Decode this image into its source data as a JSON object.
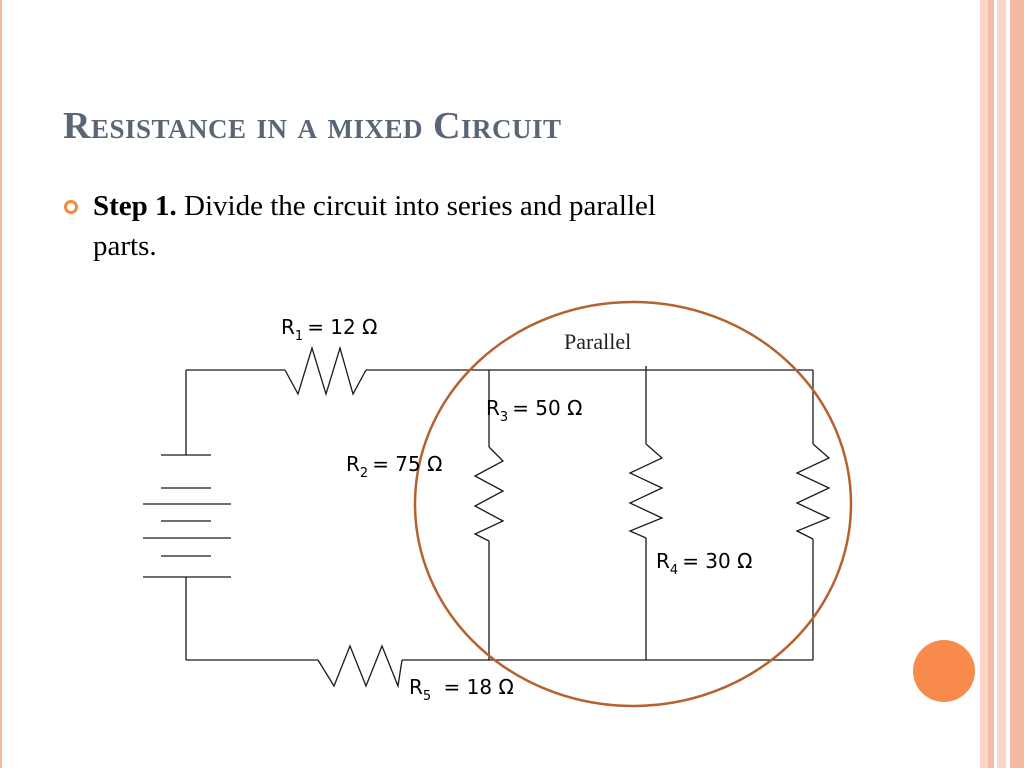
{
  "slide": {
    "title": "Resistance in a mixed Circuit",
    "step_label": "Step 1.",
    "step_text": "Divide the circuit into series and parallel",
    "step_text_cont": "parts."
  },
  "diagram": {
    "resistors": [
      {
        "id": "r1",
        "name": "R",
        "sub": "1",
        "value": "= 12 Ω"
      },
      {
        "id": "r2",
        "name": "R",
        "sub": "2",
        "value": "= 75 Ω"
      },
      {
        "id": "r3",
        "name": "R",
        "sub": "3",
        "value": "= 50 Ω"
      },
      {
        "id": "r4",
        "name": "R",
        "sub": "4",
        "value": "= 30 Ω"
      },
      {
        "id": "r5",
        "name": "R",
        "sub": "5",
        "value": " = 18 Ω"
      }
    ],
    "parallel_label": "Parallel"
  },
  "colors": {
    "title": "#5a6676",
    "bullet": "#f08a3c",
    "circle": "#b5622e",
    "accent_dot": "#f88a4b",
    "band_light": "#fbd5c6",
    "band_mid": "#f6b9a3",
    "wire": "#1a1a1a"
  }
}
